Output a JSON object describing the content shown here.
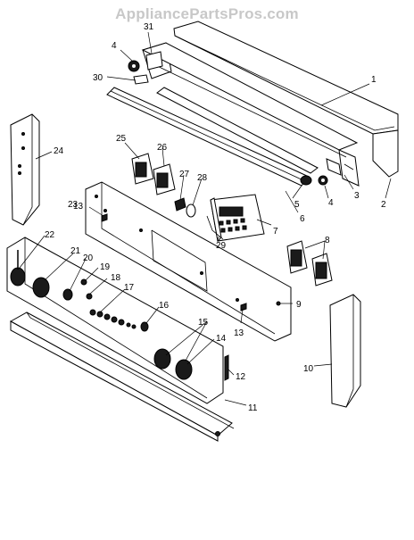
{
  "watermark": "AppliancePartsPros.com",
  "callouts": {
    "c1": "1",
    "c2": "2",
    "c3": "3",
    "c4a": "4",
    "c4b": "4",
    "c5": "5",
    "c6": "6",
    "c7": "7",
    "c8": "8",
    "c9": "9",
    "c10": "10",
    "c11": "11",
    "c12": "12",
    "c13a": "13",
    "c13b": "13",
    "c14": "14",
    "c15": "15",
    "c16": "16",
    "c17": "17",
    "c18": "18",
    "c19": "19",
    "c20": "20",
    "c21": "21",
    "c22": "22",
    "c23": "23",
    "c24": "24",
    "c25": "25",
    "c26": "26",
    "c27": "27",
    "c28": "28",
    "c29": "29",
    "c30": "30",
    "c31": "31"
  }
}
